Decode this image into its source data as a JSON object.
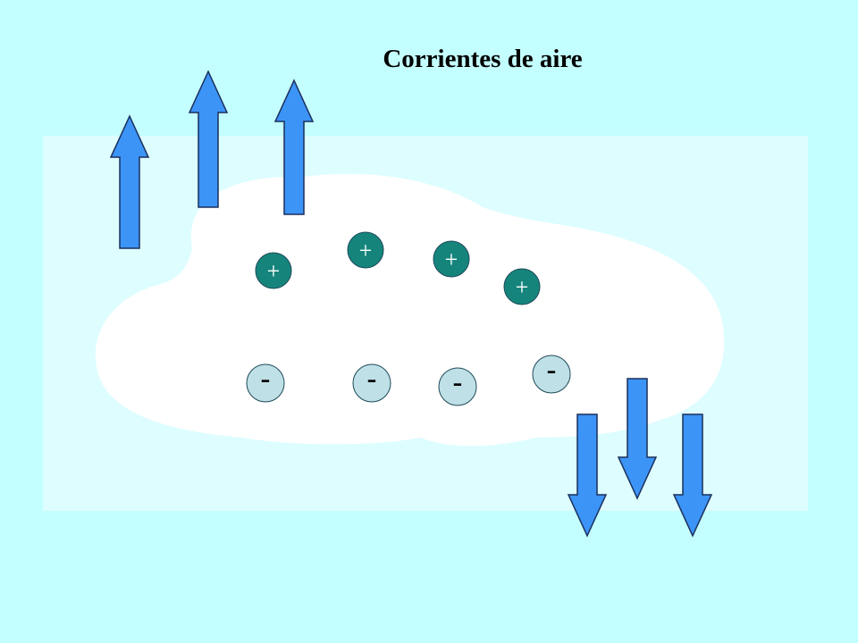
{
  "title": "Corrientes de aire",
  "colors": {
    "background": "#c4ffff",
    "panel": "#ddfdff",
    "cloud": "#ffffff",
    "arrow_fill": "#3c94f7",
    "arrow_stroke": "#1a2f5a",
    "positive_fill": "#15857c",
    "negative_fill": "#bee0e6",
    "charge_stroke": "#1f4a5a"
  },
  "positive_charges": [
    {
      "symbol": "+"
    },
    {
      "symbol": "+"
    },
    {
      "symbol": "+"
    },
    {
      "symbol": "+"
    }
  ],
  "negative_charges": [
    {
      "symbol": "-"
    },
    {
      "symbol": "-"
    },
    {
      "symbol": "-"
    },
    {
      "symbol": "-"
    }
  ],
  "updraft_arrows": [
    {
      "direction": "up"
    },
    {
      "direction": "up"
    },
    {
      "direction": "up"
    }
  ],
  "downdraft_arrows": [
    {
      "direction": "down"
    },
    {
      "direction": "down"
    },
    {
      "direction": "down"
    }
  ]
}
